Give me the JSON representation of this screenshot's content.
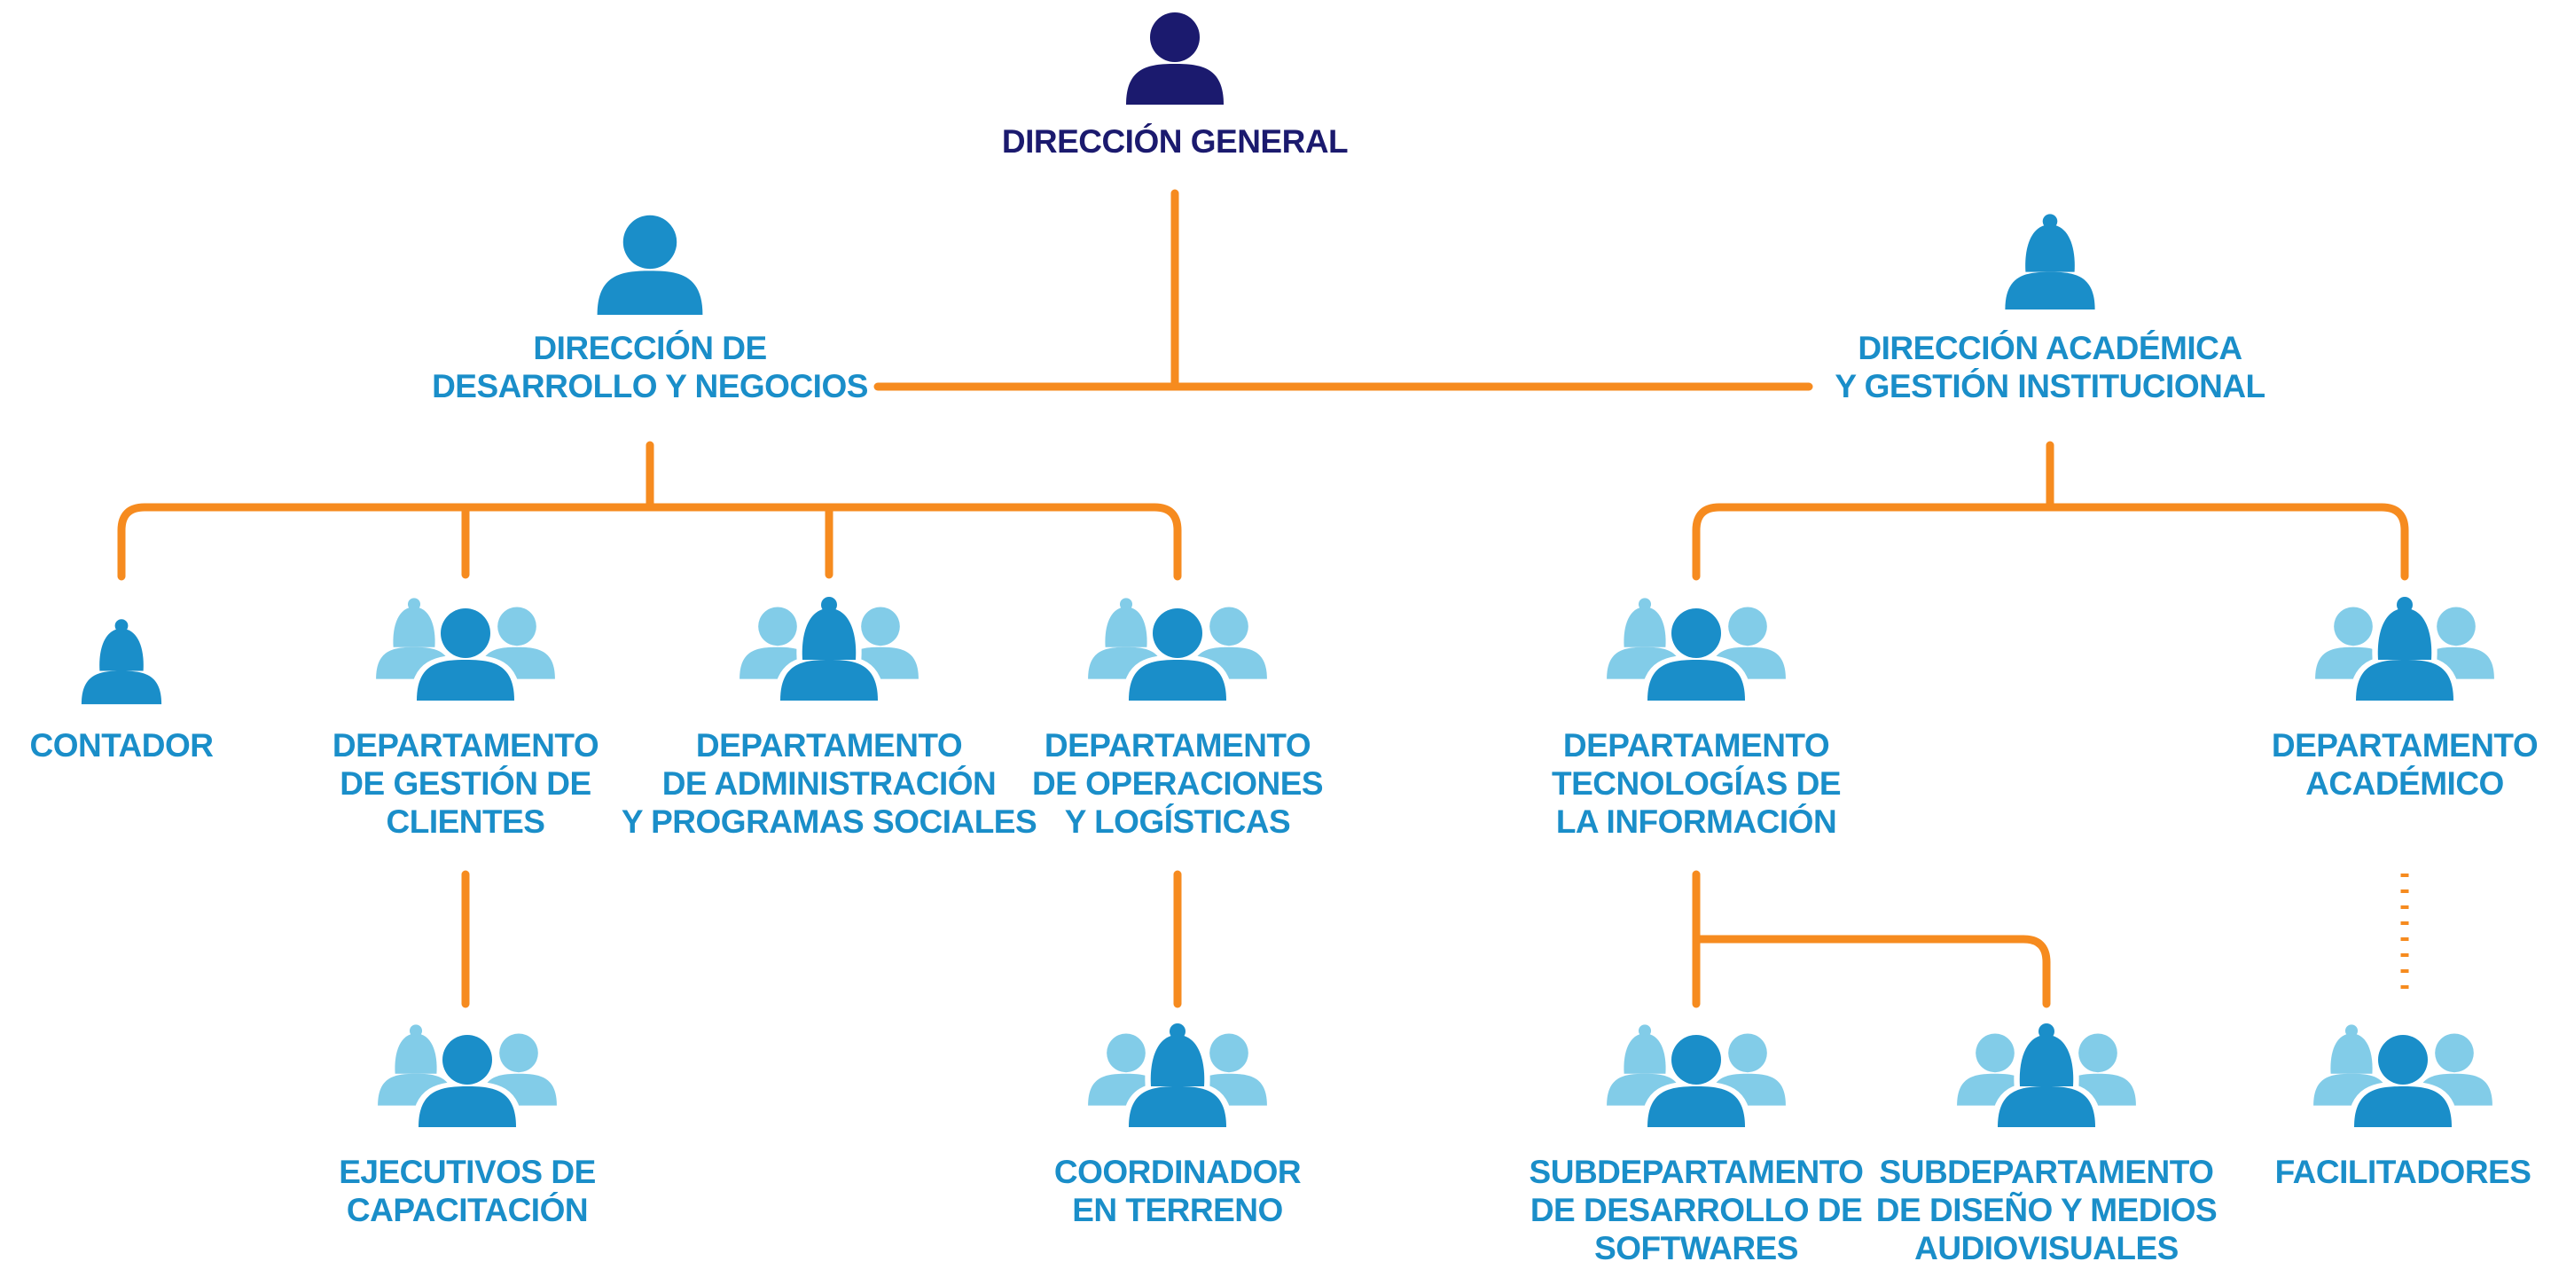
{
  "colors": {
    "top_blue": "#1b1a6e",
    "main_blue": "#1a8ec9",
    "light_blue": "#82cce8",
    "orange": "#f68b1f",
    "background": "#ffffff"
  },
  "nodes": [
    {
      "id": "direccion-general",
      "lines": [
        "DIRECCIÓN GENERAL"
      ],
      "icon": "person-icon",
      "tone": "top"
    },
    {
      "id": "direccion-desarrollo-negocios",
      "lines": [
        "DIRECCIÓN DE",
        "DESARROLLO Y NEGOCIOS"
      ],
      "icon": "person-icon",
      "tone": "main"
    },
    {
      "id": "direccion-academica",
      "lines": [
        "DIRECCIÓN ACADÉMICA",
        "Y GESTIÓN INSTITUCIONAL"
      ],
      "icon": "woman-icon",
      "tone": "main"
    },
    {
      "id": "contador",
      "lines": [
        "CONTADOR"
      ],
      "icon": "woman-icon",
      "tone": "main"
    },
    {
      "id": "departamento-gestion-clientes",
      "lines": [
        "DEPARTAMENTO",
        "DE GESTIÓN DE",
        "CLIENTES"
      ],
      "icon": "group-icon",
      "tone": "main"
    },
    {
      "id": "departamento-administracion",
      "lines": [
        "DEPARTAMENTO",
        "DE ADMINISTRACIÓN",
        "Y PROGRAMAS SOCIALES"
      ],
      "icon": "group-woman-icon",
      "tone": "main"
    },
    {
      "id": "departamento-operaciones",
      "lines": [
        "DEPARTAMENTO",
        "DE OPERACIONES",
        "Y LOGÍSTICAS"
      ],
      "icon": "group-icon",
      "tone": "main"
    },
    {
      "id": "departamento-tecnologias",
      "lines": [
        "DEPARTAMENTO",
        "TECNOLOGÍAS DE",
        "LA INFORMACIÓN"
      ],
      "icon": "group-icon",
      "tone": "main"
    },
    {
      "id": "departamento-academico",
      "lines": [
        "DEPARTAMENTO",
        "ACADÉMICO"
      ],
      "icon": "group-woman-icon",
      "tone": "main"
    },
    {
      "id": "ejecutivos-capacitacion",
      "lines": [
        "EJECUTIVOS DE",
        "CAPACITACIÓN"
      ],
      "icon": "group-icon",
      "tone": "main"
    },
    {
      "id": "coordinador-terreno",
      "lines": [
        "COORDINADOR",
        "EN TERRENO"
      ],
      "icon": "group-woman-icon",
      "tone": "main"
    },
    {
      "id": "subdepartamento-softwares",
      "lines": [
        "SUBDEPARTAMENTO",
        "DE DESARROLLO DE",
        "SOFTWARES"
      ],
      "icon": "group-icon",
      "tone": "main"
    },
    {
      "id": "subdepartamento-diseno",
      "lines": [
        "SUBDEPARTAMENTO",
        "DE DISEÑO Y MEDIOS",
        "AUDIOVISUALES"
      ],
      "icon": "group-woman-icon",
      "tone": "main"
    },
    {
      "id": "facilitadores",
      "lines": [
        "FACILITADORES"
      ],
      "icon": "group-icon",
      "tone": "main"
    }
  ],
  "edges": [
    {
      "from": "direccion-general",
      "to": "direccion-desarrollo-negocios",
      "style": "solid"
    },
    {
      "from": "direccion-general",
      "to": "direccion-academica",
      "style": "solid"
    },
    {
      "from": "direccion-desarrollo-negocios",
      "to": "contador",
      "style": "solid"
    },
    {
      "from": "direccion-desarrollo-negocios",
      "to": "departamento-gestion-clientes",
      "style": "solid"
    },
    {
      "from": "direccion-desarrollo-negocios",
      "to": "departamento-administracion",
      "style": "solid"
    },
    {
      "from": "direccion-desarrollo-negocios",
      "to": "departamento-operaciones",
      "style": "solid"
    },
    {
      "from": "direccion-academica",
      "to": "departamento-tecnologias",
      "style": "solid"
    },
    {
      "from": "direccion-academica",
      "to": "departamento-academico",
      "style": "solid"
    },
    {
      "from": "departamento-gestion-clientes",
      "to": "ejecutivos-capacitacion",
      "style": "solid"
    },
    {
      "from": "departamento-operaciones",
      "to": "coordinador-terreno",
      "style": "solid"
    },
    {
      "from": "departamento-tecnologias",
      "to": "subdepartamento-softwares",
      "style": "solid"
    },
    {
      "from": "departamento-tecnologias",
      "to": "subdepartamento-diseno",
      "style": "solid"
    },
    {
      "from": "departamento-academico",
      "to": "facilitadores",
      "style": "dotted"
    }
  ]
}
